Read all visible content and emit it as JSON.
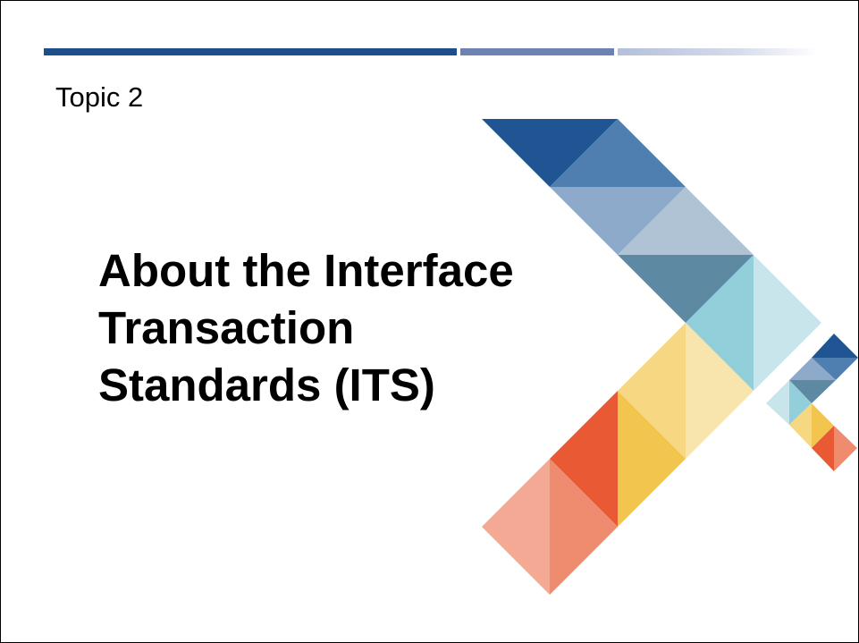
{
  "slide": {
    "topic_label": "Topic 2",
    "title_lines": [
      "About the Interface",
      "Transaction",
      "Standards (ITS)"
    ]
  },
  "colors": {
    "top_bar_primary": "#1f4e8c",
    "top_bar_secondary": "#6b82b2",
    "top_bar_tertiary": "#b3bfdc",
    "navy": "#1f5593",
    "steel_blue": "#4f7fb1",
    "light_blue": "#8eaacb",
    "pale_blue": "#b0c3d4",
    "teal": "#5d89a3",
    "aqua": "#92cfda",
    "pale_aqua": "#c7e5ea",
    "gold": "#f2c54f",
    "light_gold": "#f6d882",
    "pale_gold": "#f8e5ac",
    "red_orange": "#e95a34",
    "salmon": "#ef8b6e",
    "light_salmon": "#f4a995"
  },
  "decor": {
    "top_bar_icon": "header-stripe",
    "graphic_icon": "triangle-chevron-graphic"
  }
}
